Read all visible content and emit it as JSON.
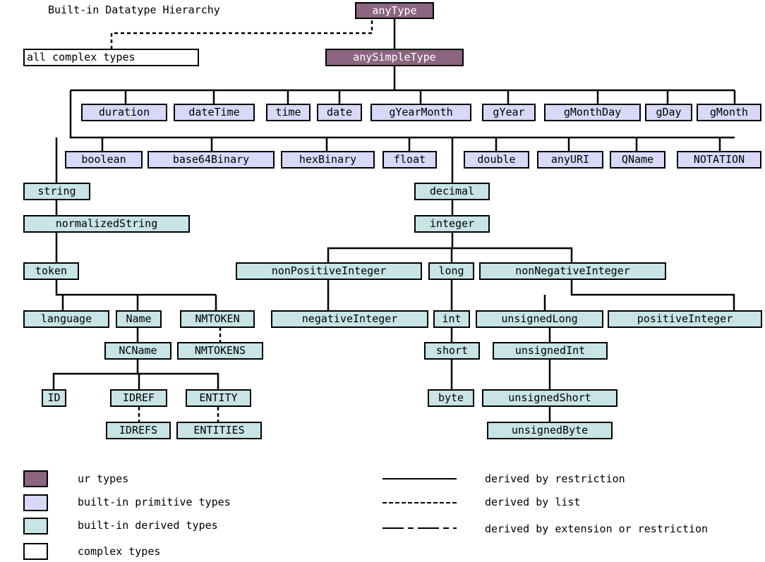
{
  "title": "Built-in Datatype Hierarchy",
  "nodes": {
    "anyType": "anyType",
    "complex": "all complex types",
    "anySimpleType": "anySimpleType",
    "duration": "duration",
    "dateTime": "dateTime",
    "time": "time",
    "date": "date",
    "gYearMonth": "gYearMonth",
    "gYear": "gYear",
    "gMonthDay": "gMonthDay",
    "gDay": "gDay",
    "gMonth": "gMonth",
    "boolean": "boolean",
    "base64Binary": "base64Binary",
    "hexBinary": "hexBinary",
    "float": "float",
    "double": "double",
    "anyURI": "anyURI",
    "QName": "QName",
    "NOTATION": "NOTATION",
    "string": "string",
    "normalizedString": "normalizedString",
    "token": "token",
    "language": "language",
    "Name": "Name",
    "NMTOKEN": "NMTOKEN",
    "NCName": "NCName",
    "NMTOKENS": "NMTOKENS",
    "ID": "ID",
    "IDREF": "IDREF",
    "ENTITY": "ENTITY",
    "IDREFS": "IDREFS",
    "ENTITIES": "ENTITIES",
    "decimal": "decimal",
    "integer": "integer",
    "nonPositiveInteger": "nonPositiveInteger",
    "long": "long",
    "nonNegativeInteger": "nonNegativeInteger",
    "negativeInteger": "negativeInteger",
    "int": "int",
    "unsignedLong": "unsignedLong",
    "positiveInteger": "positiveInteger",
    "short": "short",
    "unsignedInt": "unsignedInt",
    "byte": "byte",
    "unsignedShort": "unsignedShort",
    "unsignedByte": "unsignedByte"
  },
  "legend": {
    "ur": "ur types",
    "primitive": "built-in primitive types",
    "derived": "built-in derived types",
    "complex": "complex types",
    "restriction": "derived by restriction",
    "list": "derived by list",
    "extension": "derived by extension or restriction"
  },
  "colors": {
    "ur": "#8c6580",
    "primitive": "#d8d8f8",
    "derived": "#c8e4e4",
    "complex": "#ffffff"
  }
}
